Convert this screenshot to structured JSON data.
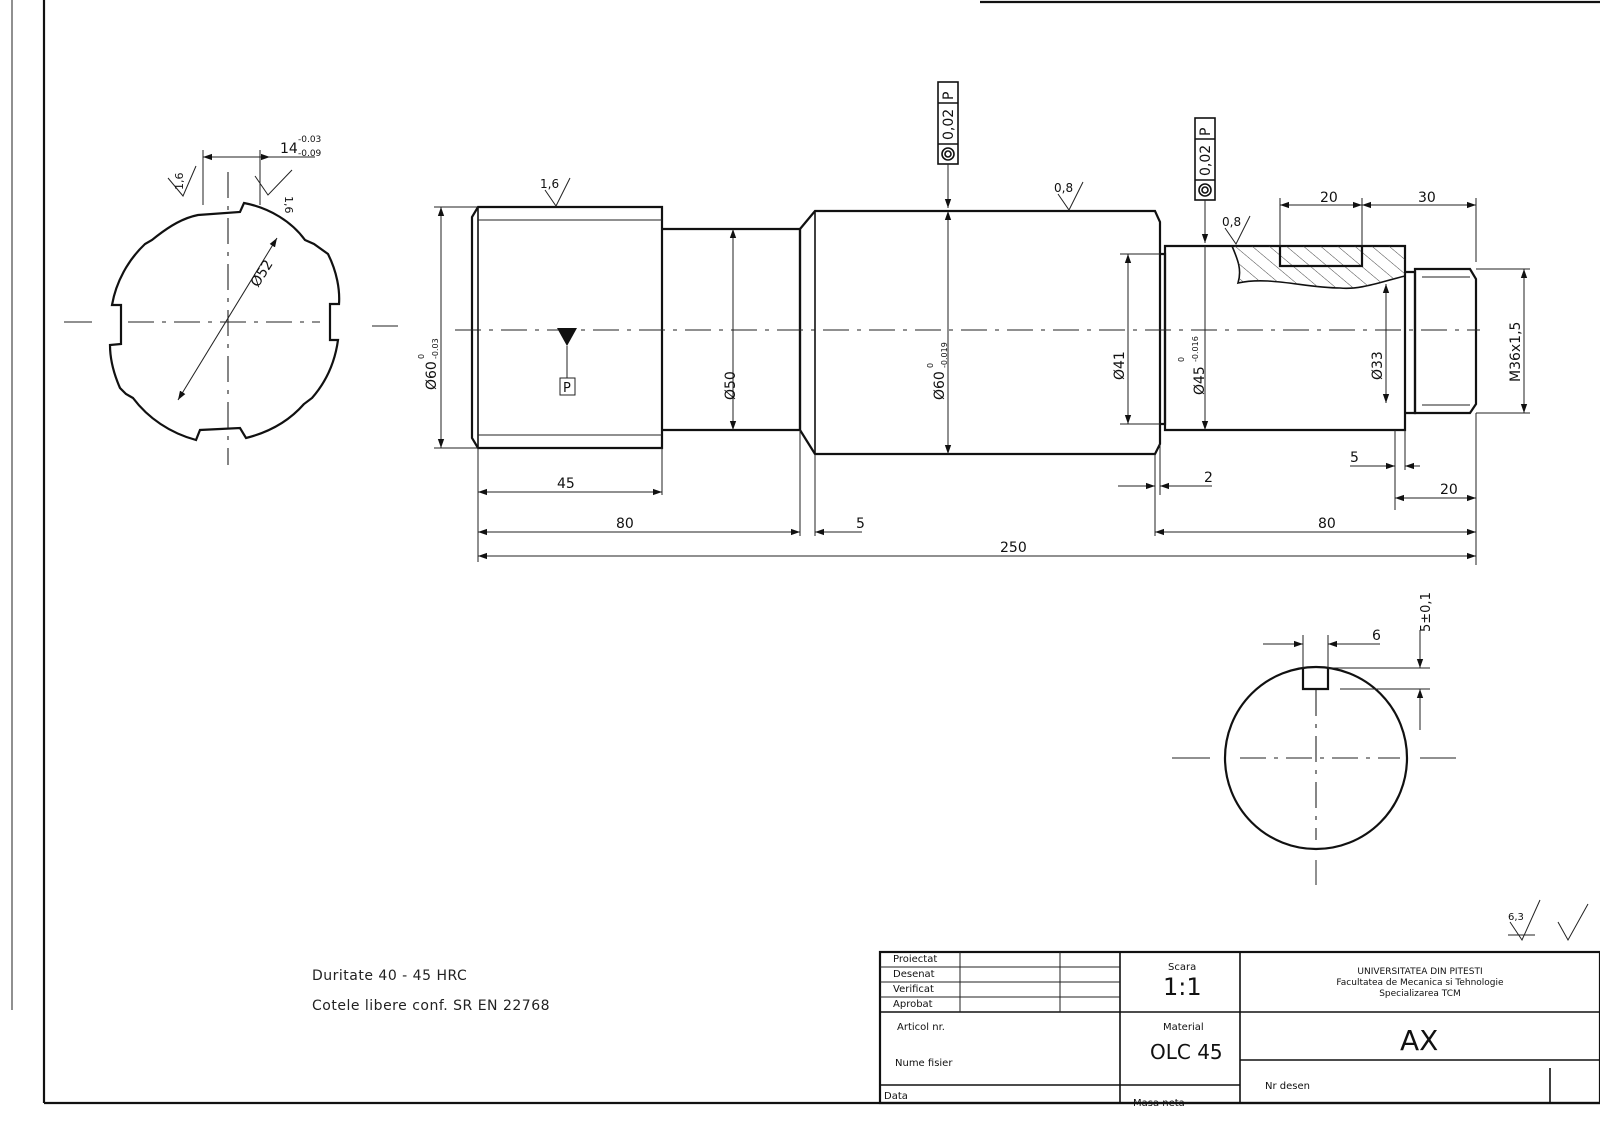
{
  "part_name": "AX",
  "dimensions": {
    "spline_width": "14",
    "spline_tol_upper": "-0.03",
    "spline_tol_lower": "-0.09",
    "spline_diam": "Ø52",
    "rough_spline_left": "1,6",
    "rough_spline_right": "1,6",
    "rough_d60_left": "1,6",
    "rough_d60_mid": "0,8",
    "rough_d45": "0,8",
    "rough_general": "6,3",
    "tol_frame_value": "0,02",
    "tol_frame_datum": "P",
    "datum_label": "P",
    "d60_left": "Ø60",
    "d60_left_tol_up": "0",
    "d60_left_tol_low": "-0.03",
    "d50": "Ø50",
    "d60_mid": "Ø60",
    "d60_mid_tol_up": "0",
    "d60_mid_tol_low": "-0.019",
    "d41": "Ø41",
    "d45": "Ø45",
    "d45_tol_up": "0",
    "d45_tol_low": "-0.016",
    "d33": "Ø33",
    "thread": "M36x1,5",
    "key_len": "20",
    "key_pos": "30",
    "len_45": "45",
    "len_80_left": "80",
    "len_5_left": "5",
    "len_2": "2",
    "len_5_right": "5",
    "len_20_thread": "20",
    "len_80_right": "80",
    "len_250": "250",
    "key_width": "6",
    "key_depth": "5±0,1"
  },
  "notes": {
    "hardness": "Duritate 40 - 45 HRC",
    "tolerances": "Cotele libere conf. SR EN 22768"
  },
  "title_block": {
    "roles": [
      "Proiectat",
      "Desenat",
      "Verificat",
      "Aprobat"
    ],
    "scale_label": "Scara",
    "scale_value": "1:1",
    "university": "UNIVERSITATEA DIN PITESTI",
    "faculty": "Facultatea de Mecanica si Tehnologie",
    "specialization": "Specializarea TCM",
    "article_label": "Articol nr.",
    "material_label": "Material",
    "material_value": "OLC 45",
    "title": "AX",
    "file_label": "Nume fisier",
    "date_label": "Data",
    "mass_label": "Masa neta",
    "drawing_no_label": "Nr desen"
  }
}
